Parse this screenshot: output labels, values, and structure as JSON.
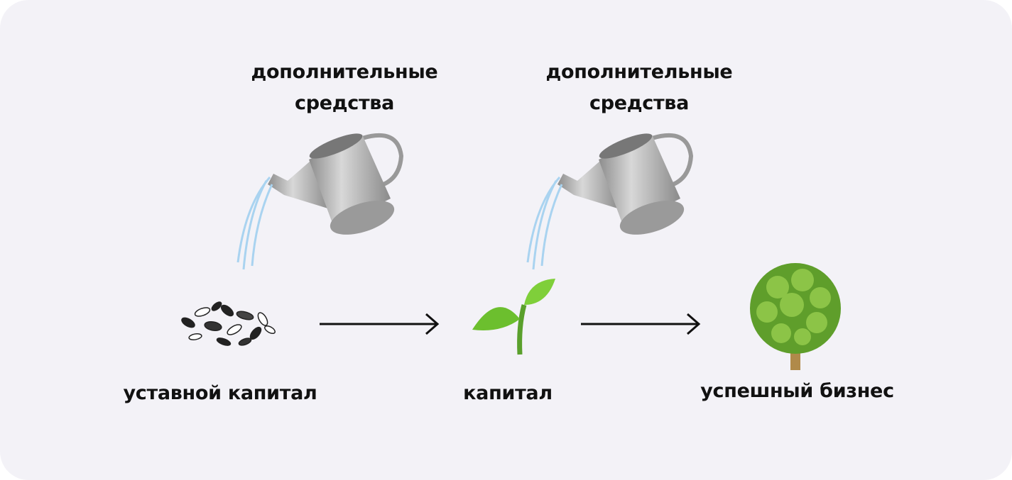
{
  "top_labels": [
    {
      "line1": "дополнительные",
      "line2": "средства"
    },
    {
      "line1": "дополнительные",
      "line2": "средства"
    }
  ],
  "stages": [
    {
      "label": "уставной капитал",
      "icon": "seeds-icon"
    },
    {
      "label": "капитал",
      "icon": "sprout-icon"
    },
    {
      "label": "успешный бизнес",
      "icon": "tree-icon"
    }
  ],
  "colors": {
    "background": "#f3f2f7",
    "text": "#111111"
  }
}
